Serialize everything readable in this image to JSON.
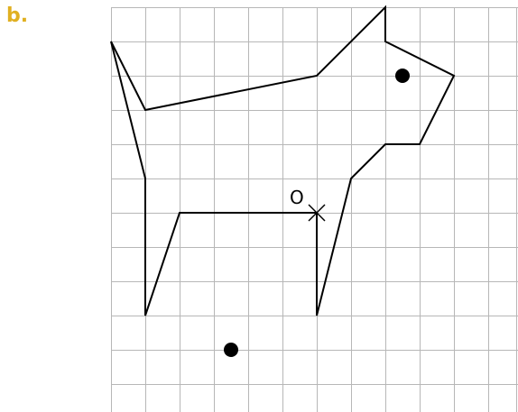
{
  "part_label": "b.",
  "origin_label": "O",
  "grid": {
    "columns": 12,
    "rows": 12
  },
  "figure": {
    "outline": [
      [
        0,
        1
      ],
      [
        1,
        3
      ],
      [
        6,
        2
      ],
      [
        8,
        0
      ],
      [
        8,
        1
      ],
      [
        10,
        2
      ],
      [
        9,
        4
      ],
      [
        8,
        4
      ],
      [
        7,
        5
      ],
      [
        6,
        9
      ],
      [
        6,
        6
      ],
      [
        2,
        6
      ],
      [
        1,
        9
      ],
      [
        1,
        5
      ]
    ],
    "dots": [
      [
        8.5,
        2
      ],
      [
        3.5,
        10
      ]
    ],
    "origin": [
      6,
      6
    ]
  },
  "colors": {
    "label": "#e0b021",
    "grid": "#b7b7b7",
    "ink": "#000000"
  }
}
